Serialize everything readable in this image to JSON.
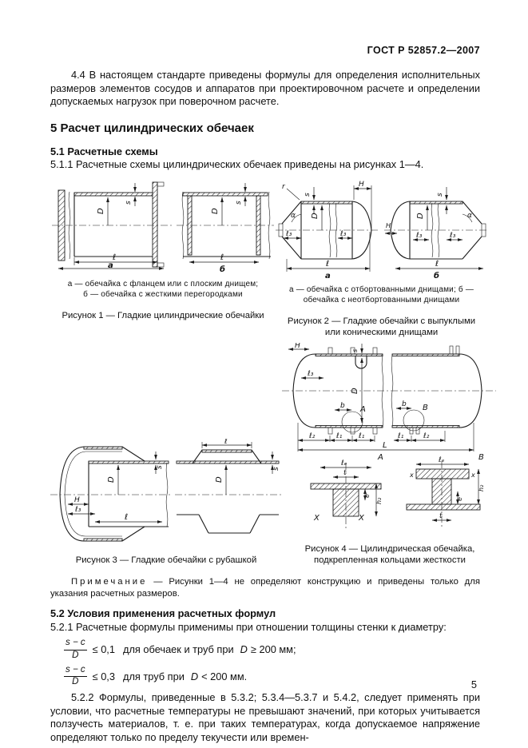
{
  "header": {
    "doc_code": "ГОСТ Р 52857.2—2007",
    "page_number": "5"
  },
  "sections": {
    "p44": "4.4 В настоящем стандарте приведены формулы для определения исполнительных размеров элементов сосудов и аппаратов при проектировочном расчете и определении допускаемых нагрузок при поверочном расчете.",
    "h5": "5 Расчет цилиндрических обечаек",
    "h51": "5.1 Расчетные схемы",
    "p511": "5.1.1 Расчетные схемы цилиндрических обечаек приведены на рисунках 1—4.",
    "h52": "5.2 Условия применения расчетных формул",
    "p521": "5.2.1 Расчетные формулы применимы при отношении толщины стенки к диаметру:",
    "p522": "5.2.2 Формулы, приведенные в 5.3.2; 5.3.4—5.3.7 и 5.4.2, следует применять при условии, что расчетные температуры не превышают значений, при которых учитывается ползучесть материалов, т. е. при таких температурах, когда допускаемое напряжение определяют только по пределу текучести или времен-"
  },
  "figures": {
    "fig1": {
      "legend1": "а — обечайка с фланцем или с плоским днищем;",
      "legend2": "б — обечайка с жесткими перегородками",
      "caption": "Рисунок 1 — Гладкие цилиндрические обечайки"
    },
    "fig2": {
      "legend": "а — обечайка с отбортованными днищами; б — обечайка с неотбортованными днищами",
      "caption": "Рисунок 2 — Гладкие обечайки с выпуклыми или коническими днищами"
    },
    "fig3": {
      "caption": "Рисунок 3 — Гладкие обечайки с рубашкой"
    },
    "fig4": {
      "caption": "Рисунок 4 — Цилиндрическая обечайка, подкрепленная кольцами жесткости"
    }
  },
  "note": {
    "label": "Примечание",
    "text": " — Рисунки 1—4 не определяют конструкцию и приведены только для указания расчетных размеров."
  },
  "formulas": {
    "f1": {
      "num": "s − c",
      "den": "D",
      "rel": "≤ 0,1",
      "mid": "для обечаек и труб при",
      "var": "D",
      "tail": "≥ 200 мм;"
    },
    "f2": {
      "num": "s − c",
      "den": "D",
      "rel": "≤ 0,3",
      "mid": "для труб при",
      "var": "D",
      "tail": "< 200 мм."
    }
  },
  "sym": {
    "D": "D",
    "s": "s",
    "l": "ℓ",
    "l1": "ℓ₁",
    "l2": "ℓ₂",
    "l3": "ℓ₃",
    "le": "ℓₑ",
    "L": "L",
    "H": "H",
    "r": "r",
    "alpha": "α",
    "a": "а",
    "b": "б",
    "bdim": "b",
    "A": "A",
    "B": "B",
    "t": "t",
    "e": "e",
    "h2": "h₂",
    "X": "X",
    "x": "x"
  }
}
